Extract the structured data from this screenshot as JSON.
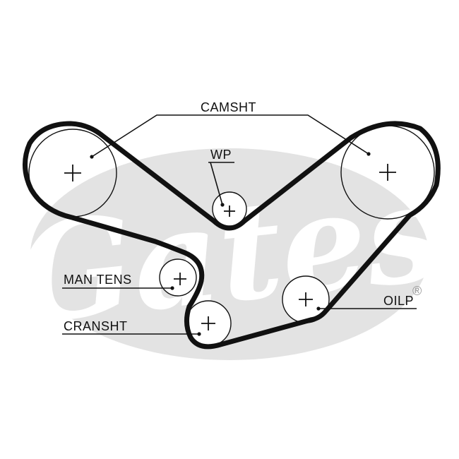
{
  "brand": {
    "logo_text": "Gates",
    "registered_mark": "®",
    "watermark_color": "#e3e3e3"
  },
  "colors": {
    "belt": "#111111",
    "line": "#111111",
    "background": "#ffffff"
  },
  "labels": {
    "camshaft": "CAMSHT",
    "water_pump": "WP",
    "manual_tensioner": "MAN TENS",
    "crankshaft": "CRANSHT",
    "oil_pump": "OILP"
  }
}
